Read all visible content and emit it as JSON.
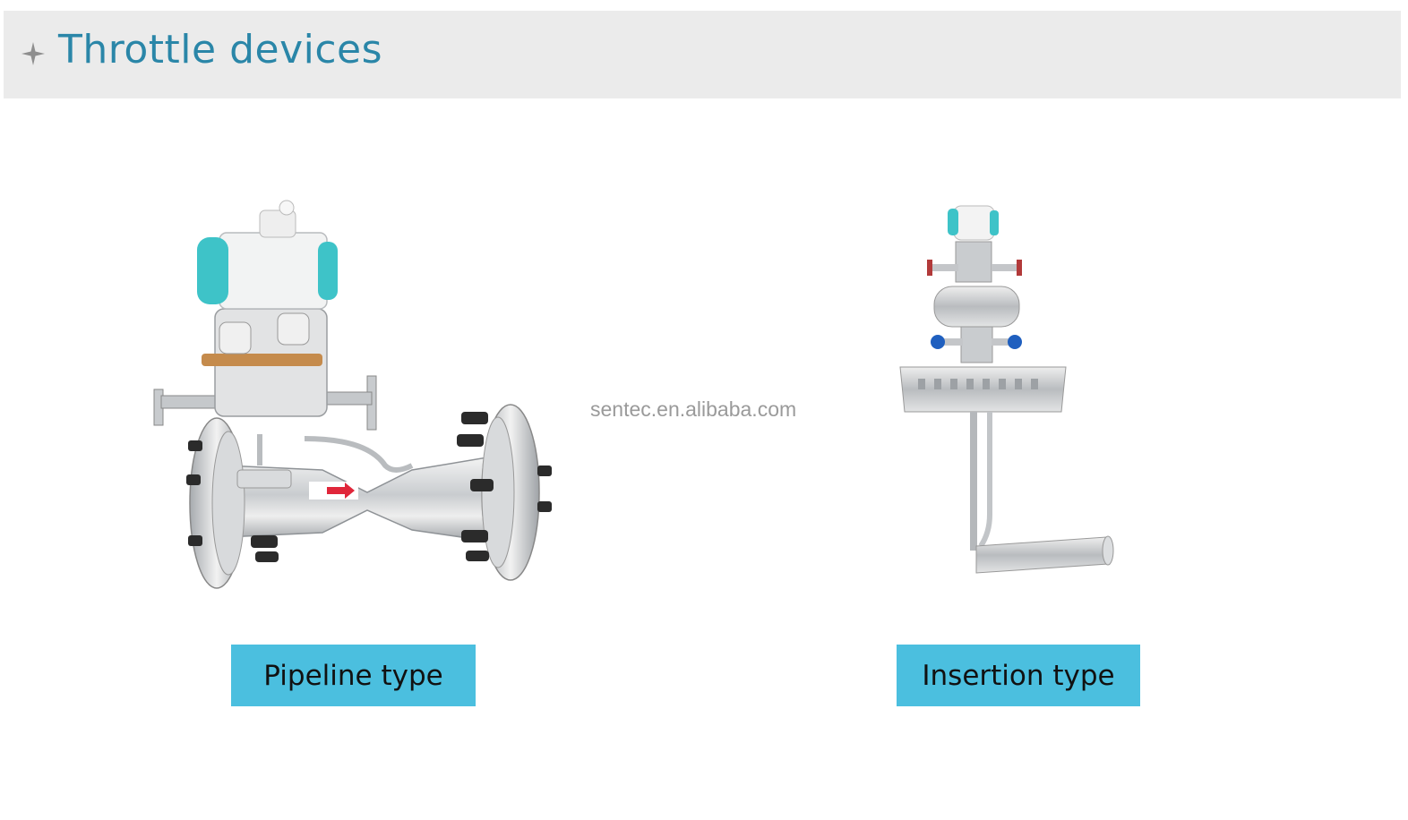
{
  "header": {
    "icon": "four-point-star-icon",
    "title": "Throttle devices"
  },
  "watermark": "sentec.en.alibaba.com",
  "products": [
    {
      "label": "Pipeline type",
      "image": "pipeline-flow-meter-photo"
    },
    {
      "label": "Insertion type",
      "image": "insertion-flow-meter-photo"
    }
  ],
  "colors": {
    "title": "#2a86a8",
    "header_bg": "#ebebeb",
    "label_bg": "#4bbfdf",
    "transmitter_accent": "#3ec3c8"
  }
}
